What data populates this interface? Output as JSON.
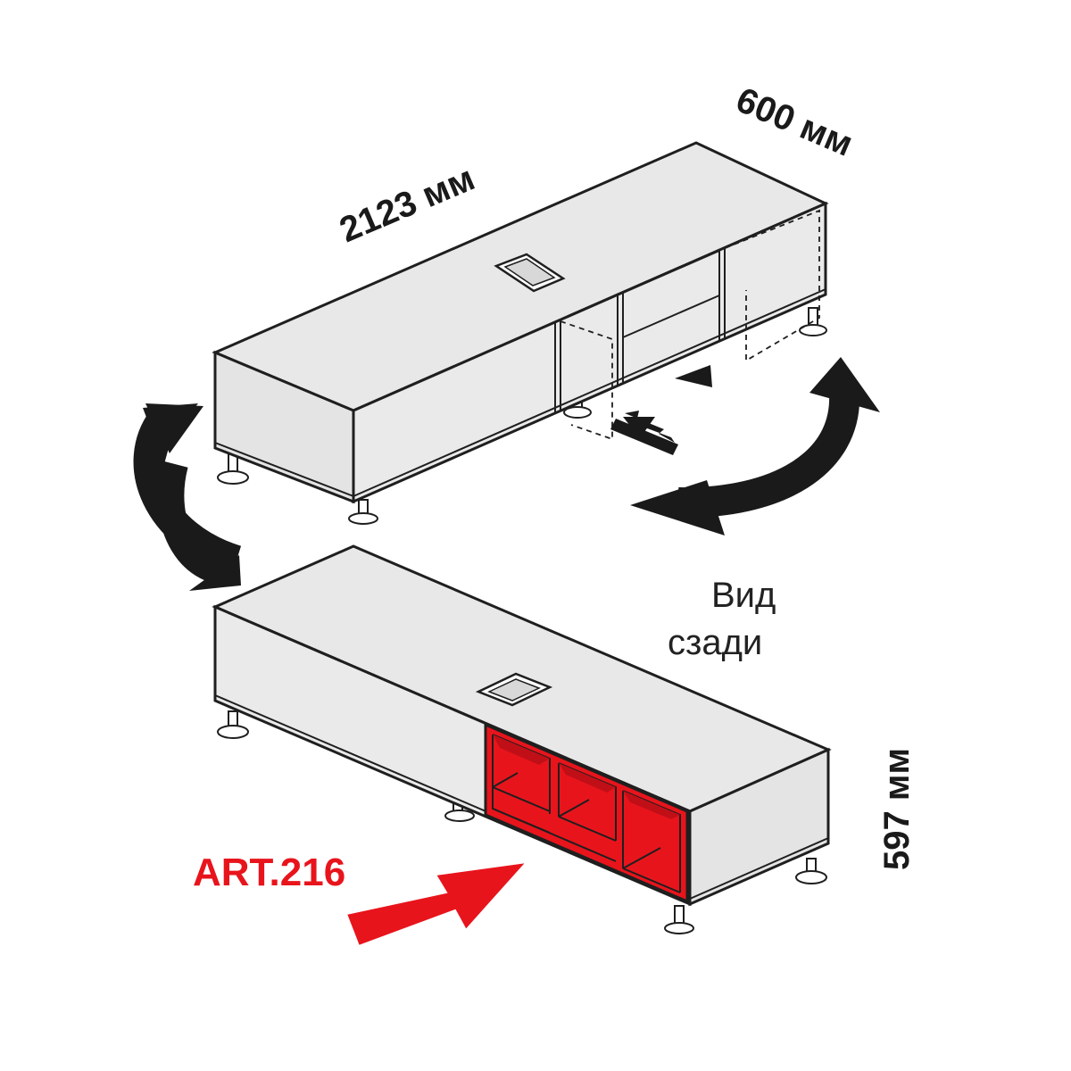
{
  "labels": {
    "length": "2123 мм",
    "depth": "600 мм",
    "height": "597 мм",
    "view_line1": "Вид",
    "view_line2": "сзади",
    "article": "ART.216"
  },
  "colors": {
    "outline": "#1f1f1f",
    "panel": "#e8e8e8",
    "accent": "#e8141c",
    "arrow": "#1a1a1a"
  }
}
